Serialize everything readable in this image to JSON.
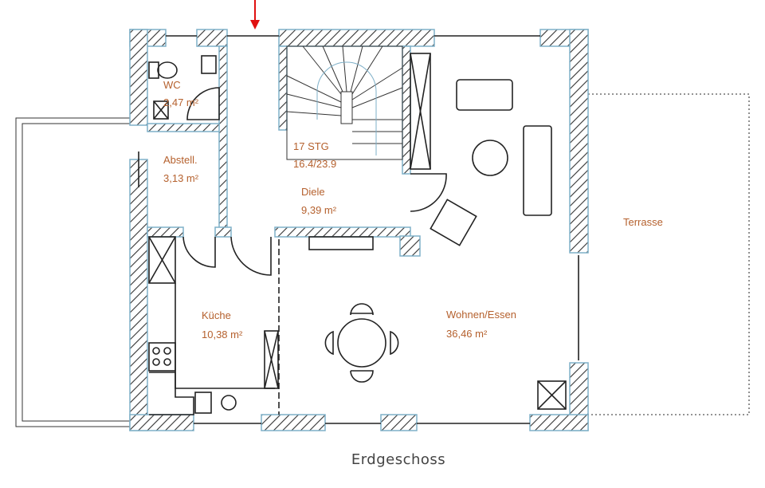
{
  "plan": {
    "caption": "Erdgeschoss",
    "rooms": {
      "wc": {
        "name": "WC",
        "area": "2,47 m²"
      },
      "abstell": {
        "name": "Abstell.",
        "area": "3,13 m²"
      },
      "stairs": {
        "name": "17 STG",
        "area": "16.4/23.9"
      },
      "diele": {
        "name": "Diele",
        "area": "9,39 m²"
      },
      "kueche": {
        "name": "Küche",
        "area": "10,38 m²"
      },
      "wohnen": {
        "name": "Wohnen/Essen",
        "area": "36,46 m²"
      },
      "terrasse": {
        "name": "Terrasse"
      }
    },
    "colors": {
      "wall_outline": "#7fb0c8",
      "label": "#b5612e",
      "entrance_arrow": "#e01010"
    }
  }
}
